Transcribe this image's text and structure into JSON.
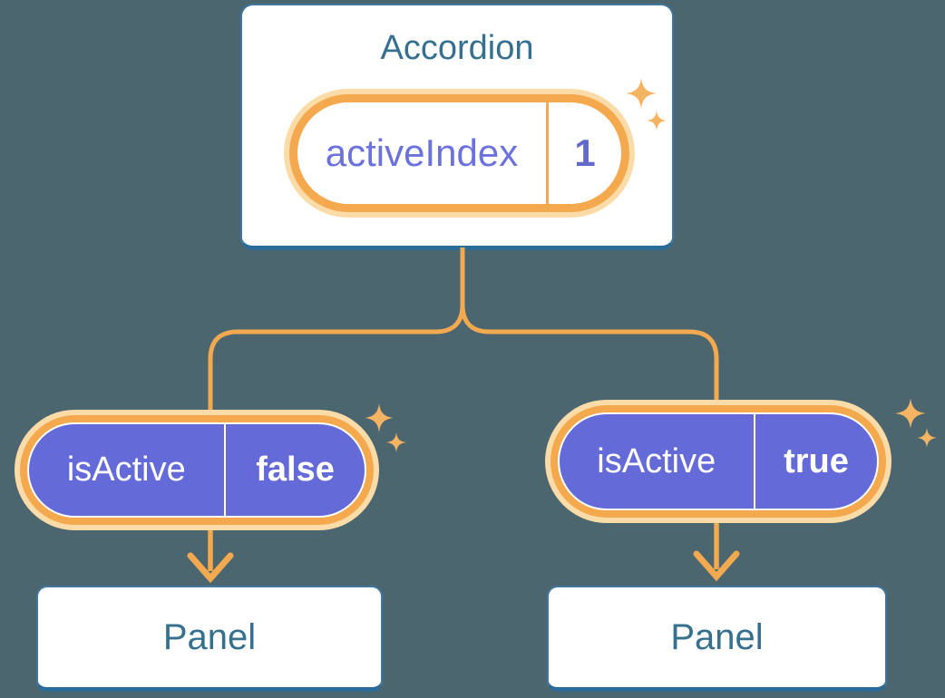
{
  "colors": {
    "background": "#4C6670",
    "card_border": "#41779F",
    "card_border_bottom": "#2A6B99",
    "card_text": "#35708E",
    "line_orange": "#F2A94F",
    "ring_orange": "#F4A94E",
    "glow_orange": "#FBDCA8",
    "sparkle": "#F4B462",
    "pill_purple": "#646BD8",
    "label_purple": "#6B72DB",
    "value_purple": "#6268CC",
    "white": "#FFFFFF"
  },
  "accordion": {
    "title": "Accordion",
    "state": {
      "label": "activeIndex",
      "value": "1"
    }
  },
  "children": [
    {
      "prop": {
        "label": "isActive",
        "value": "false"
      },
      "panel": {
        "title": "Panel"
      }
    },
    {
      "prop": {
        "label": "isActive",
        "value": "true"
      },
      "panel": {
        "title": "Panel"
      }
    }
  ]
}
